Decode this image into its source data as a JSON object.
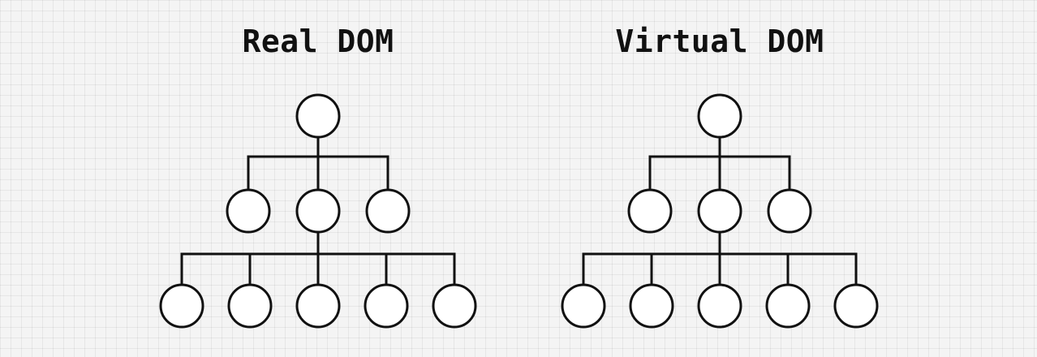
{
  "diagrams": [
    {
      "id": "real",
      "title": "Real DOM",
      "levels": [
        1,
        3,
        5
      ]
    },
    {
      "id": "virtual",
      "title": "Virtual DOM",
      "levels": [
        1,
        3,
        5
      ]
    }
  ],
  "colors": {
    "background": "#f4f4f4",
    "stroke": "#111111",
    "node_fill": "#ffffff"
  }
}
